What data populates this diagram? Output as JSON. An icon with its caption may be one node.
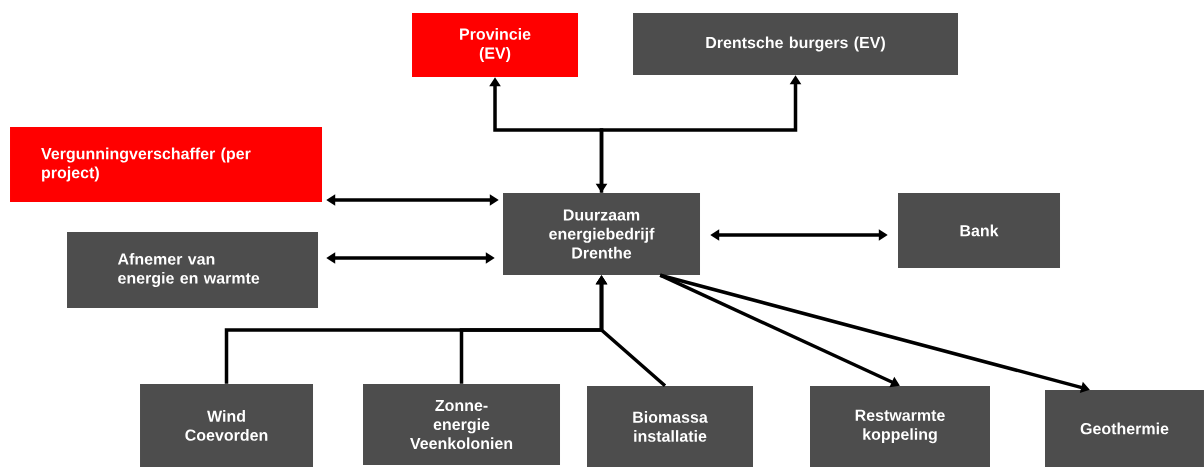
{
  "diagram": {
    "nodes": [
      {
        "text": [
          "Provincie (EV)"
        ]
      },
      {
        "text": [
          "Drentsche burgers (EV)"
        ]
      },
      {
        "text": [
          "Vergunningverschaffer (per project)"
        ]
      },
      {
        "text": [
          "Duurzaam energiebedrijf Drenthe"
        ]
      },
      {
        "text": [
          "Bank"
        ]
      },
      {
        "text": [
          "Afnemer van energie en warmte"
        ]
      },
      {
        "text": [
          "Wind Coevorden"
        ]
      },
      {
        "text": [
          "Zonne-energie Veenkolonien"
        ]
      },
      {
        "text": [
          "Biomassa installatie"
        ]
      },
      {
        "text": [
          "Restwarmte koppeling"
        ]
      },
      {
        "text": [
          "Geothermie"
        ]
      }
    ],
    "edges": [
      {
        "from": 3,
        "to": 0,
        "arrow": "both"
      },
      {
        "from": 3,
        "to": 1,
        "arrow": "to"
      },
      {
        "from": 2,
        "to": 3,
        "arrow": "both"
      },
      {
        "from": 5,
        "to": 3,
        "arrow": "both"
      },
      {
        "from": 3,
        "to": 4,
        "arrow": "both"
      },
      {
        "from": 6,
        "to": 3,
        "arrow": "to"
      },
      {
        "from": 7,
        "to": 3,
        "arrow": "to"
      },
      {
        "from": 8,
        "to": 3,
        "arrow": "to"
      },
      {
        "from": 3,
        "to": 9,
        "arrow": "to"
      },
      {
        "from": 3,
        "to": 10,
        "arrow": "to"
      }
    ]
  }
}
